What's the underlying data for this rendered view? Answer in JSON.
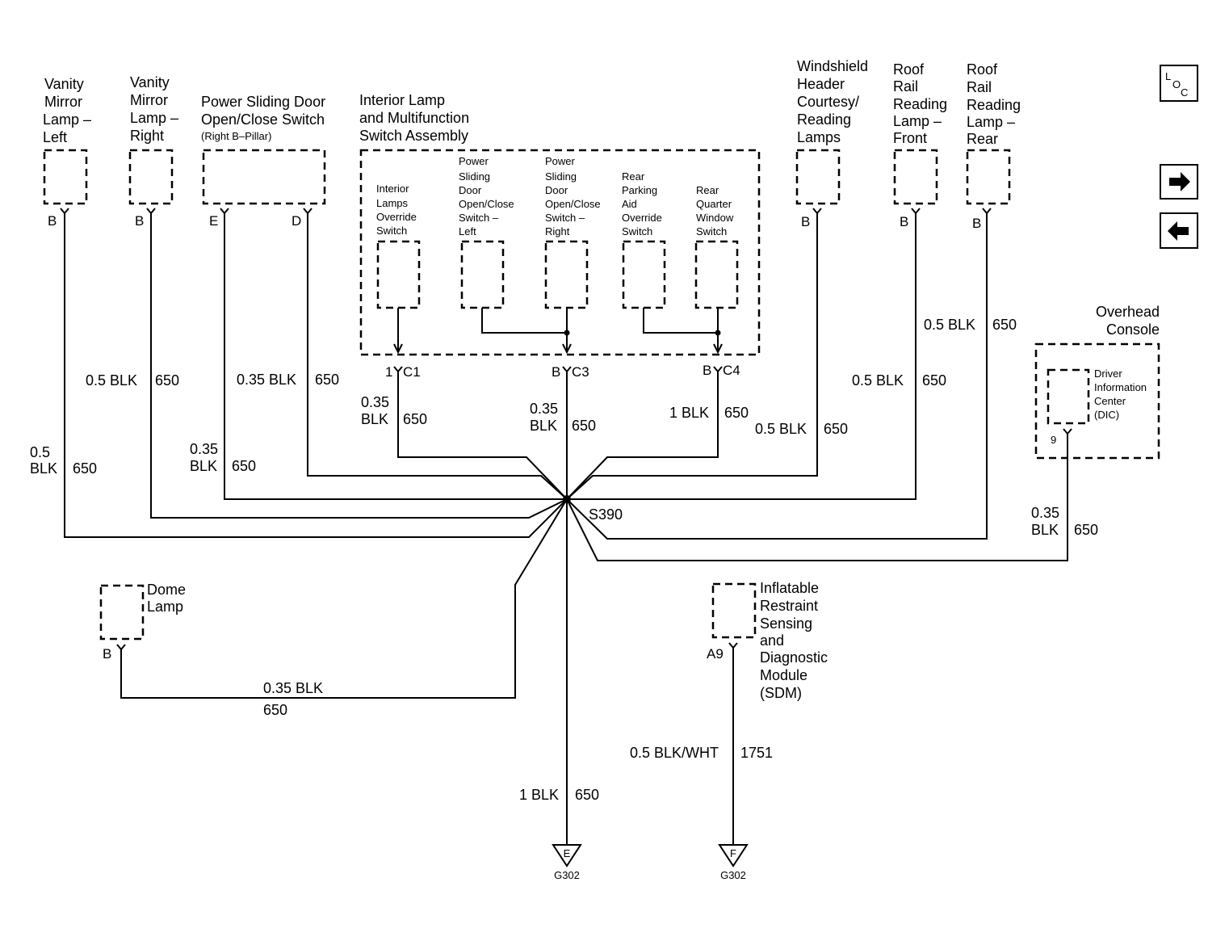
{
  "components": {
    "vanity_left": [
      "Vanity",
      "Mirror",
      "Lamp –",
      "Left"
    ],
    "vanity_right": [
      "Vanity",
      "Mirror",
      "Lamp –",
      "Right"
    ],
    "psd_switch": [
      "Power Sliding Door",
      "Open/Close Switch"
    ],
    "psd_switch_sub": "(Right B–Pillar)",
    "interior_lamp": [
      "Interior Lamp",
      "and Multifunction",
      "Switch Assembly"
    ],
    "interior_override": [
      "Interior",
      "Lamps",
      "Override",
      "Switch"
    ],
    "psd_left": [
      "Power",
      "Sliding",
      "Door",
      "Open/Close",
      "Switch –",
      "Left"
    ],
    "psd_right": [
      "Power",
      "Sliding",
      "Door",
      "Open/Close",
      "Switch –",
      "Right"
    ],
    "rear_parking": [
      "Rear",
      "Parking",
      "Aid",
      "Override",
      "Switch"
    ],
    "rear_quarter": [
      "Rear",
      "Quarter",
      "Window",
      "Switch"
    ],
    "windshield": [
      "Windshield",
      "Header",
      "Courtesy/",
      "Reading",
      "Lamps"
    ],
    "roof_front": [
      "Roof",
      "Rail",
      "Reading",
      "Lamp –",
      "Front"
    ],
    "roof_rear": [
      "Roof",
      "Rail",
      "Reading",
      "Lamp –",
      "Rear"
    ],
    "overhead": [
      "Overhead",
      "Console"
    ],
    "dic": [
      "Driver",
      "Information",
      "Center",
      "(DIC)"
    ],
    "dome": [
      "Dome",
      "Lamp"
    ],
    "sdm": [
      "Inflatable",
      "Restraint",
      "Sensing",
      "and",
      "Diagnostic",
      "Module",
      "(SDM)"
    ]
  },
  "pins": {
    "vanity_left": "B",
    "vanity_right": "B",
    "psd_e": "E",
    "psd_d": "D",
    "c1_pin": "1",
    "c1": "C1",
    "c3_pin": "B",
    "c3": "C3",
    "c4_pin": "B",
    "c4": "C4",
    "windshield": "B",
    "roof_front": "B",
    "roof_rear": "B",
    "dic": "9",
    "dome": "B",
    "sdm": "A9"
  },
  "wires": {
    "w_vanity_left_1": "0.5",
    "w_vanity_left_2": "BLK",
    "w_vanity_left_3": "650",
    "w_vanity_right_1": "0.5 BLK",
    "w_vanity_right_2": "650",
    "w_psd_e_1": "0.35",
    "w_psd_e_2": "BLK",
    "w_psd_e_3": "650",
    "w_psd_d_1": "0.35 BLK",
    "w_psd_d_2": "650",
    "w_c1_1": "0.35",
    "w_c1_2": "BLK",
    "w_c1_3": "650",
    "w_c3_1": "0.35",
    "w_c3_2": "BLK",
    "w_c3_3": "650",
    "w_c4_1": "1 BLK",
    "w_c4_2": "650",
    "w_windshield_1": "0.5 BLK",
    "w_windshield_2": "650",
    "w_roof_front_1": "0.5 BLK",
    "w_roof_front_2": "650",
    "w_roof_rear_1": "0.5 BLK",
    "w_roof_rear_2": "650",
    "w_dic_1": "0.35",
    "w_dic_2": "BLK",
    "w_dic_3": "650",
    "w_dome_1": "0.35 BLK",
    "w_dome_2": "650",
    "w_ground_1": "1 BLK",
    "w_ground_2": "650",
    "w_sdm_1": "0.5 BLK/WHT",
    "w_sdm_2": "1751"
  },
  "splice": "S390",
  "grounds": {
    "e_letter": "E",
    "e_name": "G302",
    "f_letter": "F",
    "f_name": "G302"
  },
  "nav": {
    "loc_l": "L",
    "loc_o": "O",
    "loc_c": "C",
    "next_icon": "arrow-right-icon",
    "prev_icon": "arrow-left-icon"
  }
}
